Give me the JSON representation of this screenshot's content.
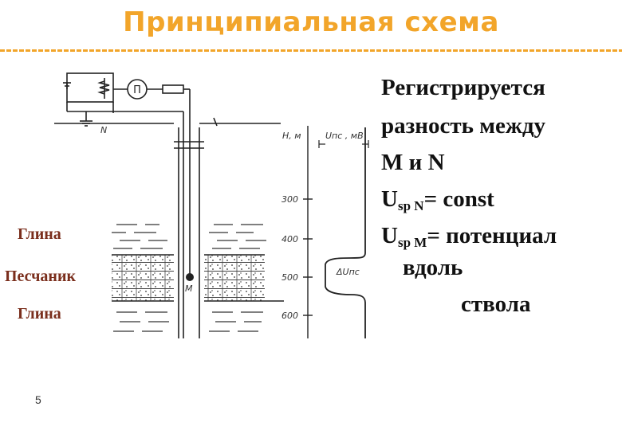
{
  "slide": {
    "title": "Принципиальная схема",
    "page_number": "5"
  },
  "layers": {
    "clay_top": "Глина",
    "sandstone": "Песчаник",
    "clay_bottom": "Глина"
  },
  "diagram": {
    "meter_label": "П",
    "electrode_n": "N",
    "electrode_m": "M",
    "depth_axis_label": "Н, м",
    "curve_axis_label": "Uпс , мВ",
    "anomaly_label": "ΔUпс",
    "depth_ticks": [
      "300",
      "400",
      "500",
      "600"
    ]
  },
  "notes": {
    "line1": "Регистрируется",
    "line2": "разность между",
    "line3": "М и N",
    "line4_pre": "U",
    "line4_sub": "sp N",
    "line4_post": "= const",
    "line5_pre": "U",
    "line5_sub": "sp M",
    "line5_post": "= потенциал",
    "line6": "вдоль",
    "line7": "ствола"
  },
  "colors": {
    "title": "#f2a52a",
    "layer_label": "#7a2e1c",
    "ink": "#222222"
  }
}
